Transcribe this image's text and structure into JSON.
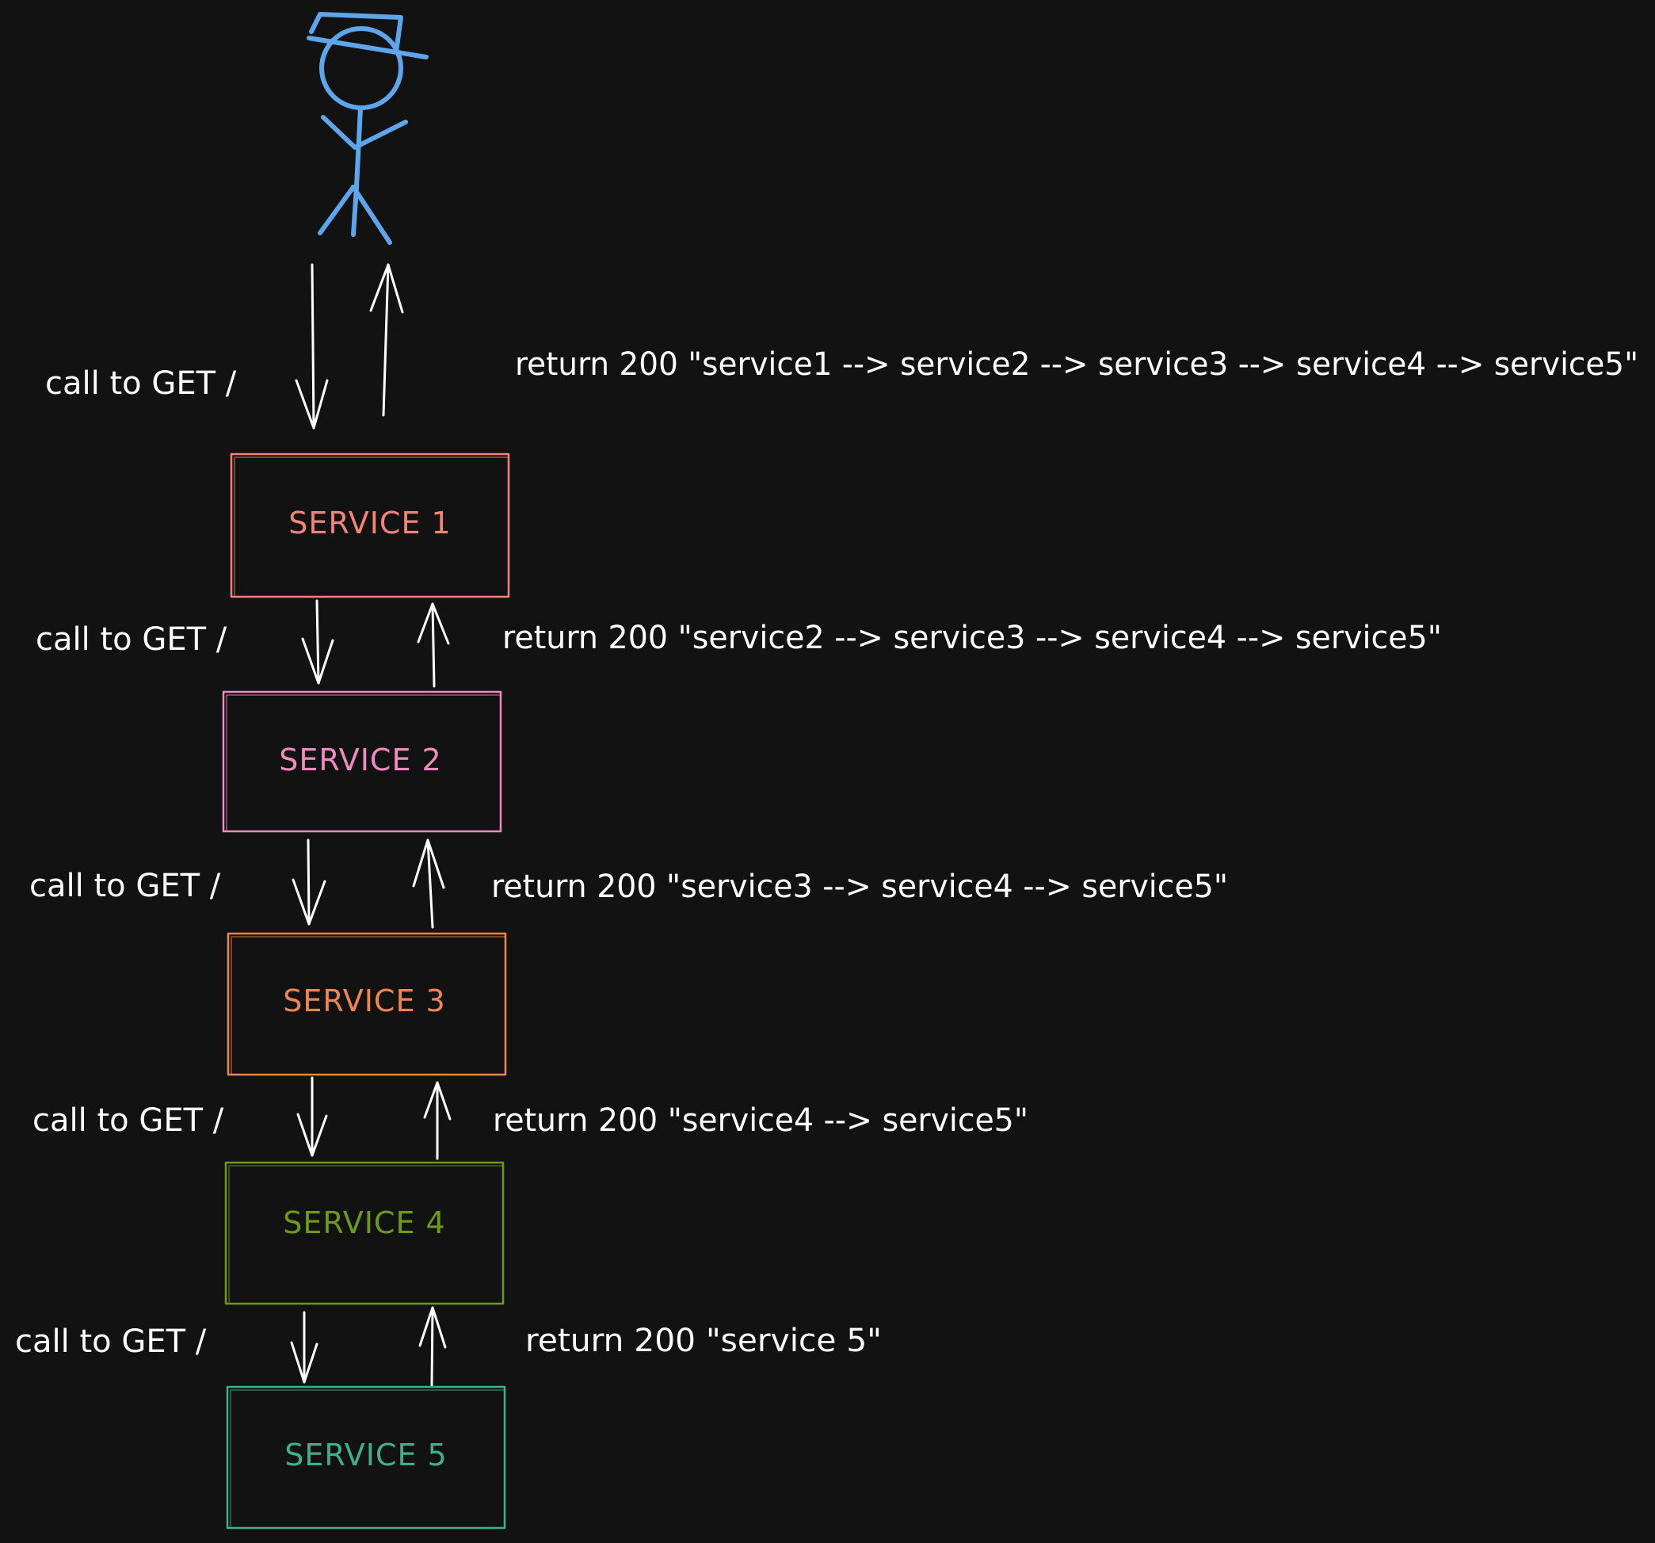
{
  "colors": {
    "background": "#121212",
    "arrow": "#ffffff",
    "actor": "#5ea6ec"
  },
  "actor": {
    "icon": "stick-figure-with-hat-icon"
  },
  "services": [
    {
      "label": "SERVICE 1",
      "color": "#f1857a"
    },
    {
      "label": "SERVICE 2",
      "color": "#f08bbf"
    },
    {
      "label": "SERVICE 3",
      "color": "#f0864f"
    },
    {
      "label": "SERVICE 4",
      "color": "#6e9a1a"
    },
    {
      "label": "SERVICE 5",
      "color": "#3fb08a"
    }
  ],
  "calls": [
    {
      "label": "call to GET /"
    },
    {
      "label": "call to GET /"
    },
    {
      "label": "call to GET /"
    },
    {
      "label": "call to GET /"
    },
    {
      "label": "call to GET /"
    }
  ],
  "returns": [
    {
      "label": "return 200 \"service1 --> service2 --> service3 --> service4 --> service5\""
    },
    {
      "label": "return 200 \"service2 --> service3 --> service4 --> service5\""
    },
    {
      "label": "return 200 \"service3 --> service4 --> service5\""
    },
    {
      "label": "return 200 \"service4 --> service5\""
    },
    {
      "label": "return 200 \"service 5\""
    }
  ]
}
